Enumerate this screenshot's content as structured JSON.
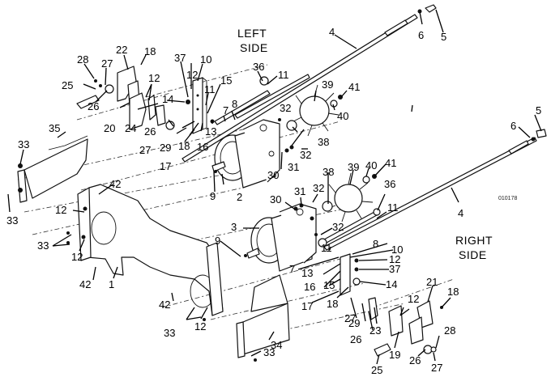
{
  "diagram": {
    "type": "exploded-parts-view",
    "reference_code": "010178",
    "side_labels": {
      "left": [
        "LEFT",
        "SIDE"
      ],
      "right": [
        "RIGHT",
        "SIDE"
      ]
    },
    "callouts": [
      {
        "id": "c1",
        "text": "28"
      },
      {
        "id": "c2",
        "text": "27"
      },
      {
        "id": "c3",
        "text": "22"
      },
      {
        "id": "c4",
        "text": "18"
      },
      {
        "id": "c5",
        "text": "25"
      },
      {
        "id": "c6",
        "text": "26"
      },
      {
        "id": "c7",
        "text": "12"
      },
      {
        "id": "c8",
        "text": "20"
      },
      {
        "id": "c9",
        "text": "24"
      },
      {
        "id": "c10",
        "text": "26"
      },
      {
        "id": "c11",
        "text": "27"
      },
      {
        "id": "c12",
        "text": "29"
      },
      {
        "id": "c13",
        "text": "14"
      },
      {
        "id": "c14",
        "text": "37"
      },
      {
        "id": "c15",
        "text": "12"
      },
      {
        "id": "c16",
        "text": "10"
      },
      {
        "id": "c17",
        "text": "11"
      },
      {
        "id": "c18",
        "text": "15"
      },
      {
        "id": "c19",
        "text": "13"
      },
      {
        "id": "c20",
        "text": "16"
      },
      {
        "id": "c21",
        "text": "18"
      },
      {
        "id": "c22",
        "text": "17"
      },
      {
        "id": "c23",
        "text": "36"
      },
      {
        "id": "c24",
        "text": "11"
      },
      {
        "id": "c25",
        "text": "8"
      },
      {
        "id": "c26",
        "text": "7"
      },
      {
        "id": "c27",
        "text": "4"
      },
      {
        "id": "c28",
        "text": "6"
      },
      {
        "id": "c29",
        "text": "5"
      },
      {
        "id": "c30",
        "text": "39"
      },
      {
        "id": "c31",
        "text": "41"
      },
      {
        "id": "c32",
        "text": "40"
      },
      {
        "id": "c33",
        "text": "32"
      },
      {
        "id": "c34",
        "text": "38"
      },
      {
        "id": "c35",
        "text": "32"
      },
      {
        "id": "c36",
        "text": "31"
      },
      {
        "id": "c37",
        "text": "30"
      },
      {
        "id": "c38",
        "text": "2"
      },
      {
        "id": "c39",
        "text": "9"
      },
      {
        "id": "c40",
        "text": "35"
      },
      {
        "id": "c41",
        "text": "33"
      },
      {
        "id": "c42",
        "text": "33"
      },
      {
        "id": "c43",
        "text": "42"
      },
      {
        "id": "c44",
        "text": "12"
      },
      {
        "id": "c45",
        "text": "33"
      },
      {
        "id": "c46",
        "text": "12"
      },
      {
        "id": "c47",
        "text": "42"
      },
      {
        "id": "c48",
        "text": "1"
      },
      {
        "id": "c49",
        "text": "5"
      },
      {
        "id": "c50",
        "text": "6"
      },
      {
        "id": "c51",
        "text": "4"
      },
      {
        "id": "c52",
        "text": "38"
      },
      {
        "id": "c53",
        "text": "39"
      },
      {
        "id": "c54",
        "text": "40"
      },
      {
        "id": "c55",
        "text": "41"
      },
      {
        "id": "c56",
        "text": "30"
      },
      {
        "id": "c57",
        "text": "31"
      },
      {
        "id": "c58",
        "text": "32"
      },
      {
        "id": "c59",
        "text": "36"
      },
      {
        "id": "c60",
        "text": "11"
      },
      {
        "id": "c61",
        "text": "3"
      },
      {
        "id": "c62",
        "text": "32"
      },
      {
        "id": "c63",
        "text": "9"
      },
      {
        "id": "c64",
        "text": "11"
      },
      {
        "id": "c65",
        "text": "8"
      },
      {
        "id": "c66",
        "text": "10"
      },
      {
        "id": "c67",
        "text": "12"
      },
      {
        "id": "c68",
        "text": "7"
      },
      {
        "id": "c69",
        "text": "37"
      },
      {
        "id": "c70",
        "text": "13"
      },
      {
        "id": "c71",
        "text": "16"
      },
      {
        "id": "c72",
        "text": "15"
      },
      {
        "id": "c73",
        "text": "14"
      },
      {
        "id": "c74",
        "text": "17"
      },
      {
        "id": "c75",
        "text": "18"
      },
      {
        "id": "c76",
        "text": "29"
      },
      {
        "id": "c77",
        "text": "27"
      },
      {
        "id": "c78",
        "text": "26"
      },
      {
        "id": "c79",
        "text": "23"
      },
      {
        "id": "c80",
        "text": "12"
      },
      {
        "id": "c81",
        "text": "21"
      },
      {
        "id": "c82",
        "text": "18"
      },
      {
        "id": "c83",
        "text": "19"
      },
      {
        "id": "c84",
        "text": "28"
      },
      {
        "id": "c85",
        "text": "26"
      },
      {
        "id": "c86",
        "text": "27"
      },
      {
        "id": "c87",
        "text": "25"
      },
      {
        "id": "c88",
        "text": "42"
      },
      {
        "id": "c89",
        "text": "33"
      },
      {
        "id": "c90",
        "text": "12"
      },
      {
        "id": "c91",
        "text": "34"
      },
      {
        "id": "c92",
        "text": "33"
      }
    ]
  }
}
